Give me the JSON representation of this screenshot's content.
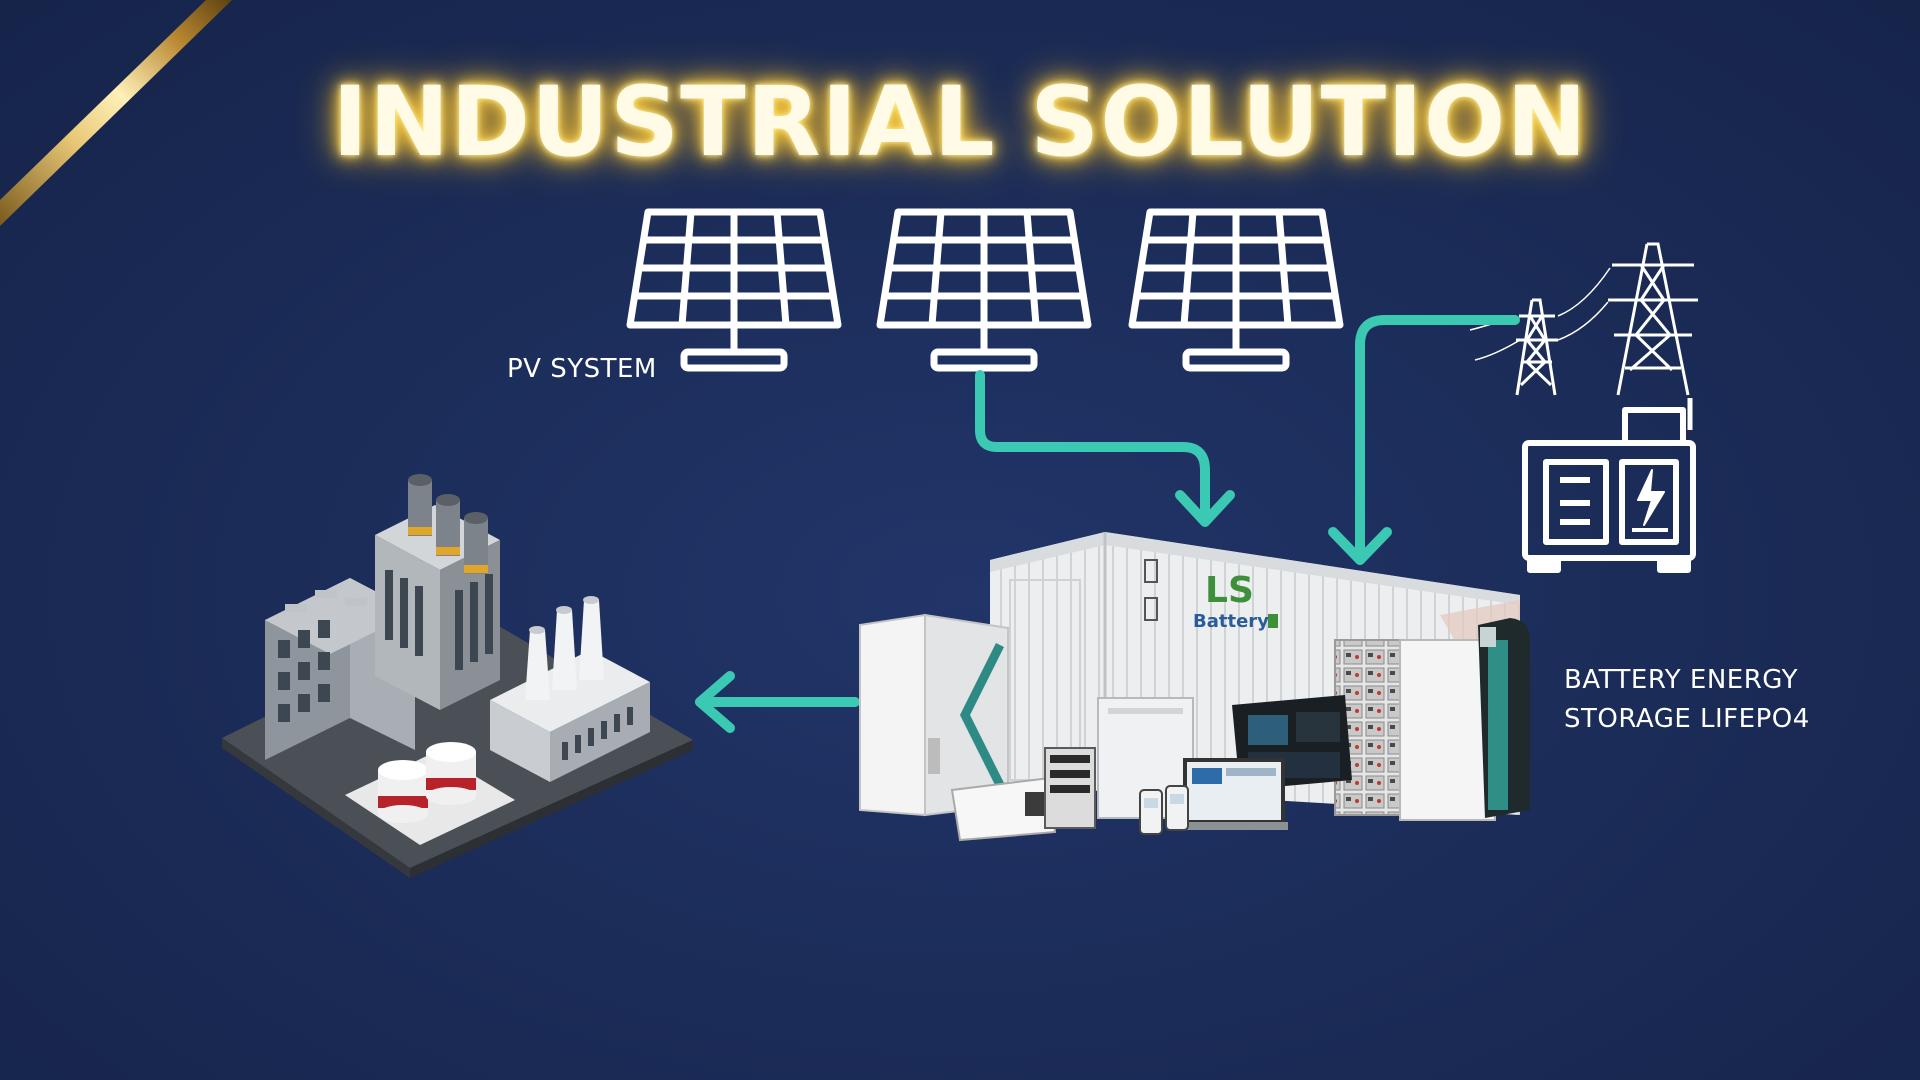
{
  "title": "INDUSTRIAL SOLUTION",
  "labels": {
    "pv_system": "PV SYSTEM",
    "bess_line1": "BATTERY ENERGY",
    "bess_line2": "STORAGE LIFEPO4"
  },
  "logo": {
    "mark": "LS",
    "word": "Battery"
  },
  "colors": {
    "background": "#1c2d5a",
    "title_glow": "#ffc42b",
    "arrow": "#3cc9b3",
    "icon_stroke": "#ffffff",
    "ribbon": "#c9a24a"
  },
  "icons": {
    "solar_panels": [
      "solar-panel-icon",
      "solar-panel-icon",
      "solar-panel-icon"
    ],
    "grid": "power-pylon-icon",
    "generator": "generator-icon",
    "factory": "factory-icon",
    "storage": "battery-storage-container"
  }
}
